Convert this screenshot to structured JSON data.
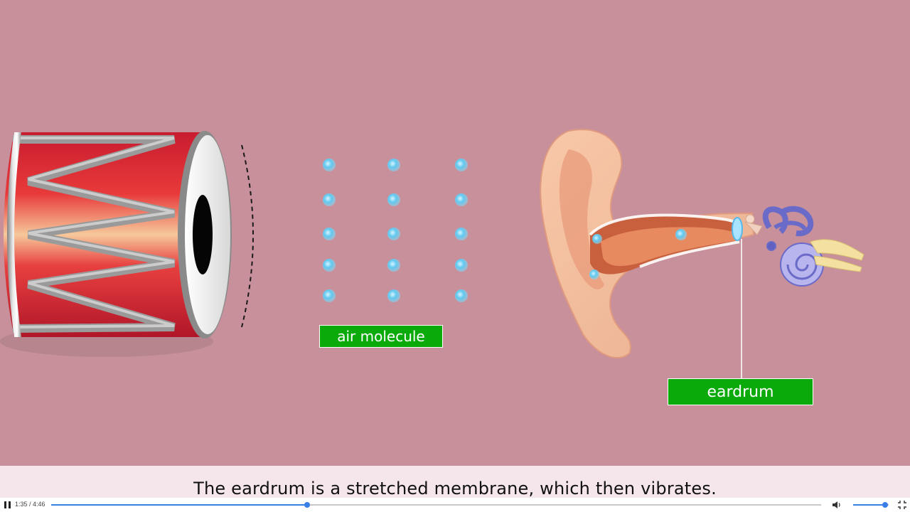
{
  "scene": {
    "background_color": "#c7909a",
    "air_molecule_label": "air molecule",
    "eardrum_label": "eardrum"
  },
  "caption": {
    "text": "The eardrum is a stretched membrane, which then vibrates."
  },
  "player": {
    "time_display": "1:35 / 4:46",
    "progress_fraction": 0.332,
    "volume_fraction": 0.9,
    "accent_color": "#3a7ee8",
    "icons": {
      "play_pause": "pause-icon",
      "volume": "speaker-icon",
      "fullscreen": "exit-fullscreen-icon"
    }
  }
}
